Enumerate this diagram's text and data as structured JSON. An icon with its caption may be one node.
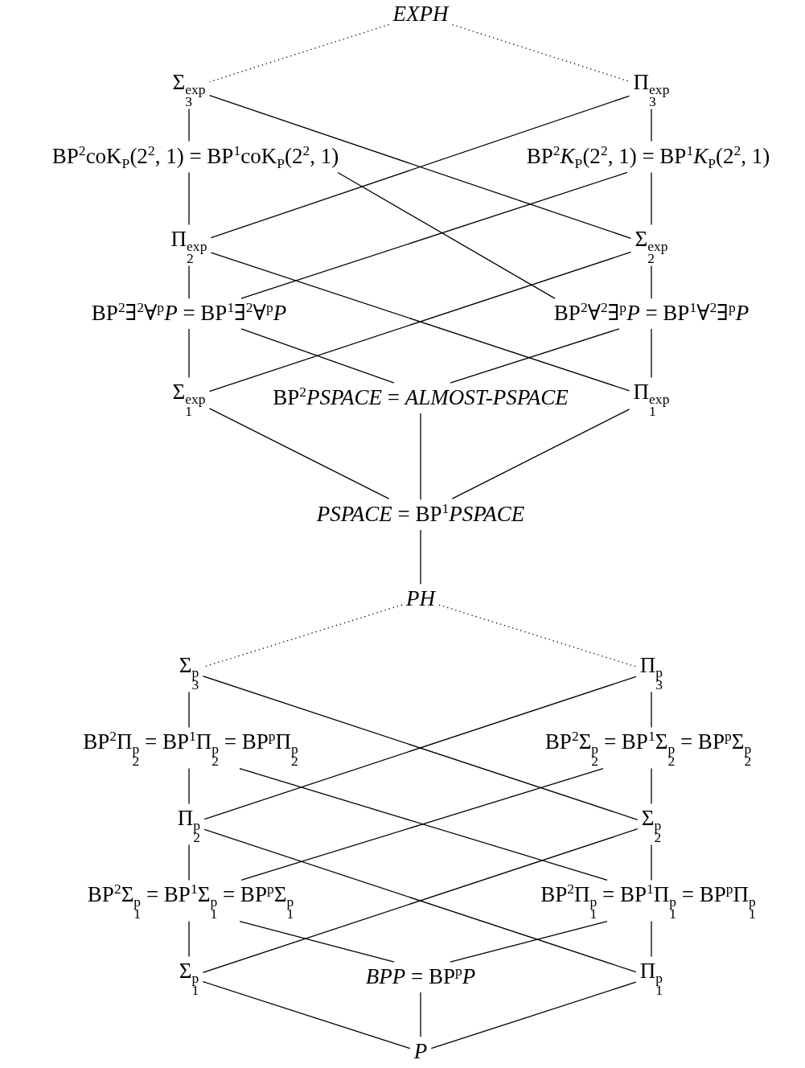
{
  "diagram": {
    "nodes": [
      {
        "text": [
          "EXPH"
        ]
      },
      {
        "text": [
          "Σ$_{3}$$^{exp}$"
        ]
      },
      {
        "text": [
          "Π$_{3}$$^{exp}$"
        ]
      },
      {
        "text": [
          "BP$^{2}$coK$_{P}$(2$^{2}$, 1) = BP$^{1}$coK$_{P}$(2$^{2}$, 1)"
        ]
      },
      {
        "text": [
          "BP$^{2}$*K*$_{P}$(2$^{2}$, 1) = BP$^{1}$*K*$_{P}$(2$^{2}$, 1)"
        ]
      },
      {
        "text": [
          "Π$_{2}$$^{exp}$"
        ]
      },
      {
        "text": [
          "Σ$_{2}$$^{exp}$"
        ]
      },
      {
        "text": [
          "BP$^{2}$∃$^{2}$∀$^{p}$*P* = BP$^{1}$∃$^{2}$∀$^{p}$*P*"
        ]
      },
      {
        "text": [
          "BP$^{2}$∀$^{2}$∃$^{p}$*P* = BP$^{1}$∀$^{2}$∃$^{p}$*P*"
        ]
      },
      {
        "text": [
          "Σ$_{1}$$^{exp}$"
        ]
      },
      {
        "text": [
          "BP$^{2}$*PSPACE* = *ALMOST-PSPACE*"
        ]
      },
      {
        "text": [
          "Π$_{1}$$^{exp}$"
        ]
      },
      {
        "text": [
          "*PSPACE* = BP$^{1}$*PSPACE*"
        ]
      },
      {
        "text": [
          "PH"
        ]
      },
      {
        "text": [
          "Σ$_{3}$$^{p}$"
        ]
      },
      {
        "text": [
          "Π$_{3}$$^{p}$"
        ]
      },
      {
        "text": [
          "BP$^{2}$Π$_{2}$$^{p}$ = BP$^{1}$Π$_{2}$$^{p}$ = BP$^{p}$Π$_{2}$$^{p}$"
        ]
      },
      {
        "text": [
          "BP$^{2}$Σ$_{2}$$^{p}$ = BP$^{1}$Σ$_{2}$$^{p}$ = BP$^{p}$Σ$_{2}$$^{p}$"
        ]
      },
      {
        "text": [
          "Π$_{2}$$^{p}$"
        ]
      },
      {
        "text": [
          "Σ$_{2}$$^{p}$"
        ]
      },
      {
        "text": [
          "BP$^{2}$Σ$_{1}$$^{p}$ = BP$^{1}$Σ$_{1}$$^{p}$ = BP$^{p}$Σ$_{1}$$^{p}$"
        ]
      },
      {
        "text": [
          "BP$^{2}$Π$_{1}$$^{p}$ = BP$^{1}$Π$_{1}$$^{p}$ = BP$^{p}$Π$_{1}$$^{p}$"
        ]
      },
      {
        "text": [
          "Σ$_{1}$$^{p}$"
        ]
      },
      {
        "text": [
          "*BPP* = BP$^{p}$*P*"
        ]
      },
      {
        "text": [
          "Π$_{1}$$^{p}$"
        ]
      },
      {
        "text": [
          "P"
        ]
      }
    ],
    "edges": [
      {
        "from": 0,
        "to": 1,
        "arrow": "none",
        "style": "dashed"
      },
      {
        "from": 0,
        "to": 2,
        "arrow": "none",
        "style": "dashed"
      },
      {
        "from": 1,
        "to": 3,
        "arrow": "none"
      },
      {
        "from": 1,
        "to": 6,
        "arrow": "none"
      },
      {
        "from": 2,
        "to": 4,
        "arrow": "none"
      },
      {
        "from": 2,
        "to": 5,
        "arrow": "none"
      },
      {
        "from": 3,
        "to": 5,
        "arrow": "none"
      },
      {
        "from": 3,
        "to": 8,
        "arrow": "none"
      },
      {
        "from": 4,
        "to": 6,
        "arrow": "none"
      },
      {
        "from": 4,
        "to": 7,
        "arrow": "none"
      },
      {
        "from": 5,
        "to": 7,
        "arrow": "none"
      },
      {
        "from": 5,
        "to": 11,
        "arrow": "none"
      },
      {
        "from": 6,
        "to": 8,
        "arrow": "none"
      },
      {
        "from": 6,
        "to": 9,
        "arrow": "none"
      },
      {
        "from": 7,
        "to": 9,
        "arrow": "none"
      },
      {
        "from": 7,
        "to": 10,
        "arrow": "none"
      },
      {
        "from": 8,
        "to": 11,
        "arrow": "none"
      },
      {
        "from": 8,
        "to": 10,
        "arrow": "none"
      },
      {
        "from": 9,
        "to": 12,
        "arrow": "none"
      },
      {
        "from": 10,
        "to": 12,
        "arrow": "none"
      },
      {
        "from": 11,
        "to": 12,
        "arrow": "none"
      },
      {
        "from": 12,
        "to": 13,
        "arrow": "none"
      },
      {
        "from": 13,
        "to": 14,
        "arrow": "none",
        "style": "dashed"
      },
      {
        "from": 13,
        "to": 15,
        "arrow": "none",
        "style": "dashed"
      },
      {
        "from": 14,
        "to": 16,
        "arrow": "none"
      },
      {
        "from": 14,
        "to": 19,
        "arrow": "none"
      },
      {
        "from": 15,
        "to": 17,
        "arrow": "none"
      },
      {
        "from": 15,
        "to": 18,
        "arrow": "none"
      },
      {
        "from": 16,
        "to": 18,
        "arrow": "none"
      },
      {
        "from": 16,
        "to": 21,
        "arrow": "none"
      },
      {
        "from": 17,
        "to": 19,
        "arrow": "none"
      },
      {
        "from": 17,
        "to": 20,
        "arrow": "none"
      },
      {
        "from": 18,
        "to": 20,
        "arrow": "none"
      },
      {
        "from": 18,
        "to": 24,
        "arrow": "none"
      },
      {
        "from": 19,
        "to": 21,
        "arrow": "none"
      },
      {
        "from": 19,
        "to": 22,
        "arrow": "none"
      },
      {
        "from": 20,
        "to": 22,
        "arrow": "none"
      },
      {
        "from": 20,
        "to": 23,
        "arrow": "none"
      },
      {
        "from": 21,
        "to": 24,
        "arrow": "none"
      },
      {
        "from": 21,
        "to": 23,
        "arrow": "none"
      },
      {
        "from": 22,
        "to": 25,
        "arrow": "none"
      },
      {
        "from": 23,
        "to": 25,
        "arrow": "none"
      },
      {
        "from": 24,
        "to": 25,
        "arrow": "none"
      }
    ]
  }
}
